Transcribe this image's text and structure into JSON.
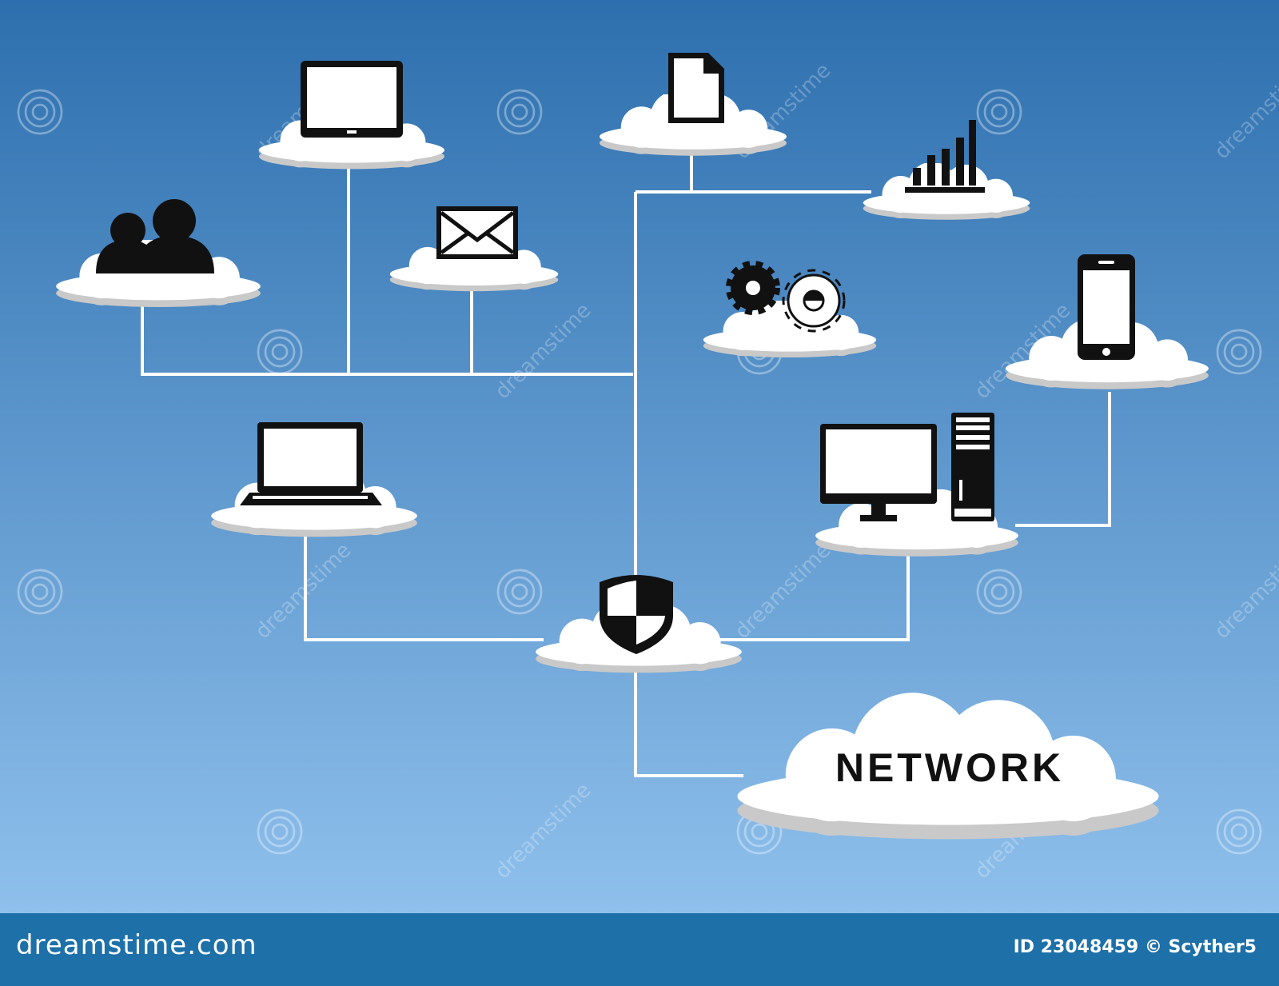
{
  "diagram": {
    "network_label": "NETWORK",
    "watermark_text": "dreamstime"
  },
  "footer": {
    "brand": "dreamstime.com",
    "credit": "ID 23048459 © Scyther5"
  },
  "colors": {
    "sky_top": "#2d6fae",
    "sky_bottom": "#8fc0ec",
    "cloud": "#ffffff",
    "cloud_shadow": "#c9c9c9",
    "connector": "#ffffff",
    "icon": "#111111",
    "footer_bar": "#1d70a8"
  },
  "nodes": [
    {
      "name": "users-node",
      "icon": "users-icon"
    },
    {
      "name": "tablet-node",
      "icon": "tablet-icon"
    },
    {
      "name": "email-node",
      "icon": "envelope-icon"
    },
    {
      "name": "document-node",
      "icon": "document-icon"
    },
    {
      "name": "chart-node",
      "icon": "bar-chart-icon"
    },
    {
      "name": "settings-node",
      "icon": "gears-icon"
    },
    {
      "name": "phone-node",
      "icon": "smartphone-icon"
    },
    {
      "name": "laptop-node",
      "icon": "laptop-icon"
    },
    {
      "name": "desktop-node",
      "icon": "desktop-computer-icon"
    },
    {
      "name": "security-node",
      "icon": "shield-icon"
    },
    {
      "name": "network-node",
      "icon": ""
    }
  ]
}
